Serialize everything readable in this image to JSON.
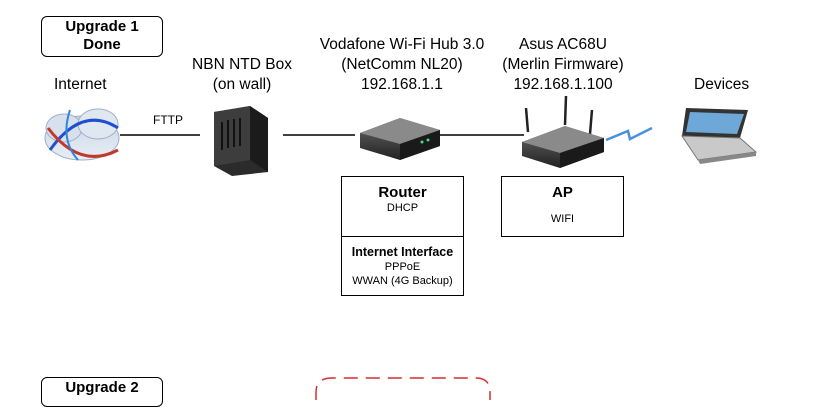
{
  "badges": {
    "upgrade1": [
      "Upgrade 1",
      "Done"
    ],
    "upgrade2": "Upgrade 2"
  },
  "nodes": {
    "internet": "Internet",
    "ntd": [
      "NBN NTD Box",
      "(on wall)"
    ],
    "vodafone": [
      "Vodafone Wi-Fi Hub 3.0",
      "(NetComm NL20)",
      "192.168.1.1"
    ],
    "asus": [
      "Asus AC68U",
      "(Merlin Firmware)",
      "192.168.1.100"
    ],
    "devices": "Devices"
  },
  "links": {
    "fttp": "FTTP"
  },
  "boxes": {
    "router": {
      "title": "Router",
      "sub": "DHCP"
    },
    "internet_interface": {
      "title": "Internet Interface",
      "lines": [
        "PPPoE",
        "WWAN (4G Backup)"
      ]
    },
    "ap": {
      "title": "AP",
      "sub": "WIFI"
    }
  }
}
